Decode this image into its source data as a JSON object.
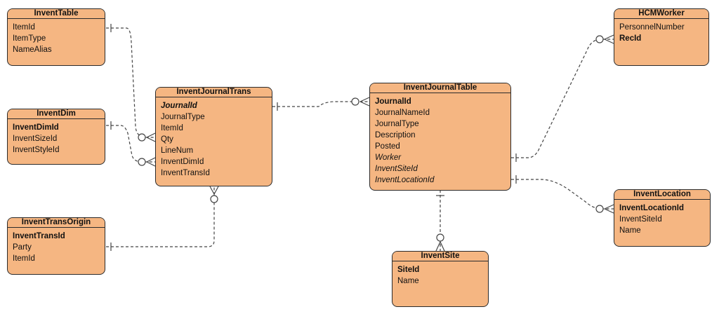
{
  "entities": [
    {
      "id": "invent-table",
      "name": "InventTable",
      "fields": [
        {
          "name": "ItemId",
          "style": "normal"
        },
        {
          "name": "ItemType",
          "style": "normal"
        },
        {
          "name": "NameAlias",
          "style": "normal"
        }
      ]
    },
    {
      "id": "invent-dim",
      "name": "InventDim",
      "fields": [
        {
          "name": "InventDimId",
          "style": "pk"
        },
        {
          "name": "InventSizeId",
          "style": "normal"
        },
        {
          "name": "InventStyleId",
          "style": "normal"
        }
      ]
    },
    {
      "id": "invent-trans-origin",
      "name": "InventTransOrigin",
      "fields": [
        {
          "name": "InventTransId",
          "style": "pk"
        },
        {
          "name": "Party",
          "style": "normal"
        },
        {
          "name": "ItemId",
          "style": "normal"
        }
      ]
    },
    {
      "id": "invent-journal-trans",
      "name": "InventJournalTrans",
      "fields": [
        {
          "name": "JournalId",
          "style": "pk-fk"
        },
        {
          "name": "JournalType",
          "style": "normal"
        },
        {
          "name": "ItemId",
          "style": "normal"
        },
        {
          "name": "Qty",
          "style": "normal"
        },
        {
          "name": "LineNum",
          "style": "normal"
        },
        {
          "name": "InventDimId",
          "style": "normal"
        },
        {
          "name": "InventTransId",
          "style": "normal"
        }
      ]
    },
    {
      "id": "invent-journal-table",
      "name": "InventJournalTable",
      "fields": [
        {
          "name": "JournalId",
          "style": "pk"
        },
        {
          "name": "JournalNameId",
          "style": "normal"
        },
        {
          "name": "JournalType",
          "style": "normal"
        },
        {
          "name": "Description",
          "style": "normal"
        },
        {
          "name": "Posted",
          "style": "normal"
        },
        {
          "name": "Worker",
          "style": "fk"
        },
        {
          "name": "InventSiteId",
          "style": "fk"
        },
        {
          "name": "InventLocationId",
          "style": "fk"
        }
      ]
    },
    {
      "id": "invent-site",
      "name": "InventSite",
      "fields": [
        {
          "name": "SiteId",
          "style": "pk"
        },
        {
          "name": "Name",
          "style": "normal"
        }
      ]
    },
    {
      "id": "hcm-worker",
      "name": "HCMWorker",
      "fields": [
        {
          "name": "PersonnelNumber",
          "style": "normal"
        },
        {
          "name": "RecId",
          "style": "pk"
        }
      ]
    },
    {
      "id": "invent-location",
      "name": "InventLocation",
      "fields": [
        {
          "name": "InventLocationId",
          "style": "pk"
        },
        {
          "name": "InventSiteId",
          "style": "normal"
        },
        {
          "name": "Name",
          "style": "normal"
        }
      ]
    }
  ],
  "relationships": [
    {
      "from": "InventTable",
      "to": "InventJournalTrans",
      "from_end": "one",
      "to_end": "zero-or-many"
    },
    {
      "from": "InventDim",
      "to": "InventJournalTrans",
      "from_end": "one",
      "to_end": "zero-or-many"
    },
    {
      "from": "InventTransOrigin",
      "to": "InventJournalTrans",
      "from_end": "one",
      "to_end": "zero-or-many"
    },
    {
      "from": "InventJournalTrans",
      "to": "InventJournalTable",
      "from_end": "one",
      "to_end": "zero-or-many"
    },
    {
      "from": "InventJournalTable",
      "to": "HCMWorker",
      "from_end": "one",
      "to_end": "zero-or-many"
    },
    {
      "from": "InventJournalTable",
      "to": "InventLocation",
      "from_end": "one",
      "to_end": "zero-or-many"
    },
    {
      "from": "InventJournalTable",
      "to": "InventSite",
      "from_end": "one",
      "to_end": "zero-or-many"
    }
  ]
}
